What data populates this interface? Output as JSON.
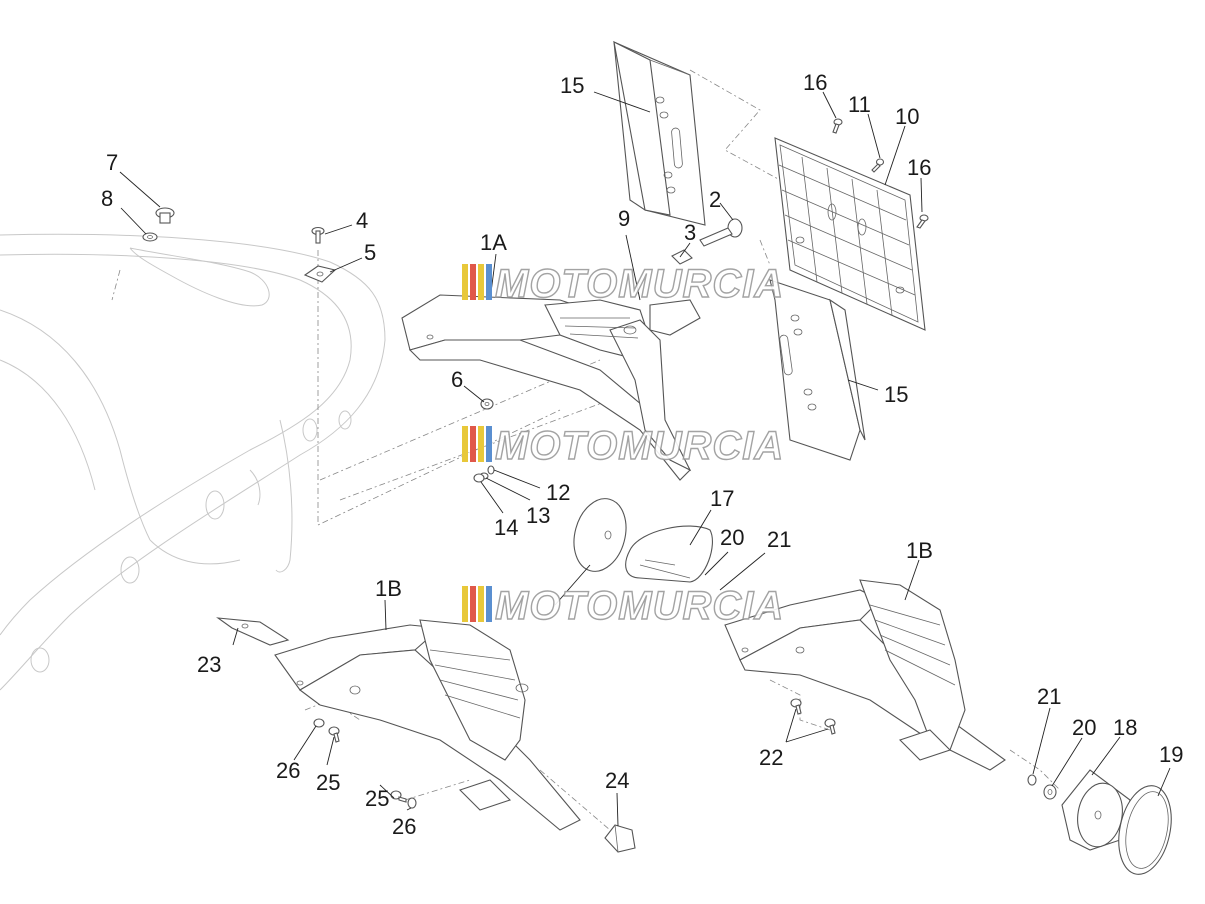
{
  "watermark": {
    "text": "MOTOMURCIA",
    "stripe_colors": [
      "#e8c83a",
      "#e0584a",
      "#e8c83a",
      "#5a8fd0"
    ]
  },
  "callouts": {
    "c1A": "1A",
    "c1B_left": "1B",
    "c1B_right": "1B",
    "c2": "2",
    "c3": "3",
    "c4": "4",
    "c5": "5",
    "c6": "6",
    "c7": "7",
    "c8": "8",
    "c9": "9",
    "c10": "10",
    "c11": "11",
    "c12": "12",
    "c13": "13",
    "c14": "14",
    "c15_top": "15",
    "c15_bottom": "15",
    "c16_top": "16",
    "c16_right": "16",
    "c17": "17",
    "c18": "18",
    "c19": "19",
    "c20_mid": "20",
    "c20_right": "20",
    "c21_mid": "21",
    "c21_right": "21",
    "c22": "22",
    "c23": "23",
    "c24": "24",
    "c25_a": "25",
    "c25_b": "25",
    "c26_a": "26",
    "c26_b": "26"
  }
}
